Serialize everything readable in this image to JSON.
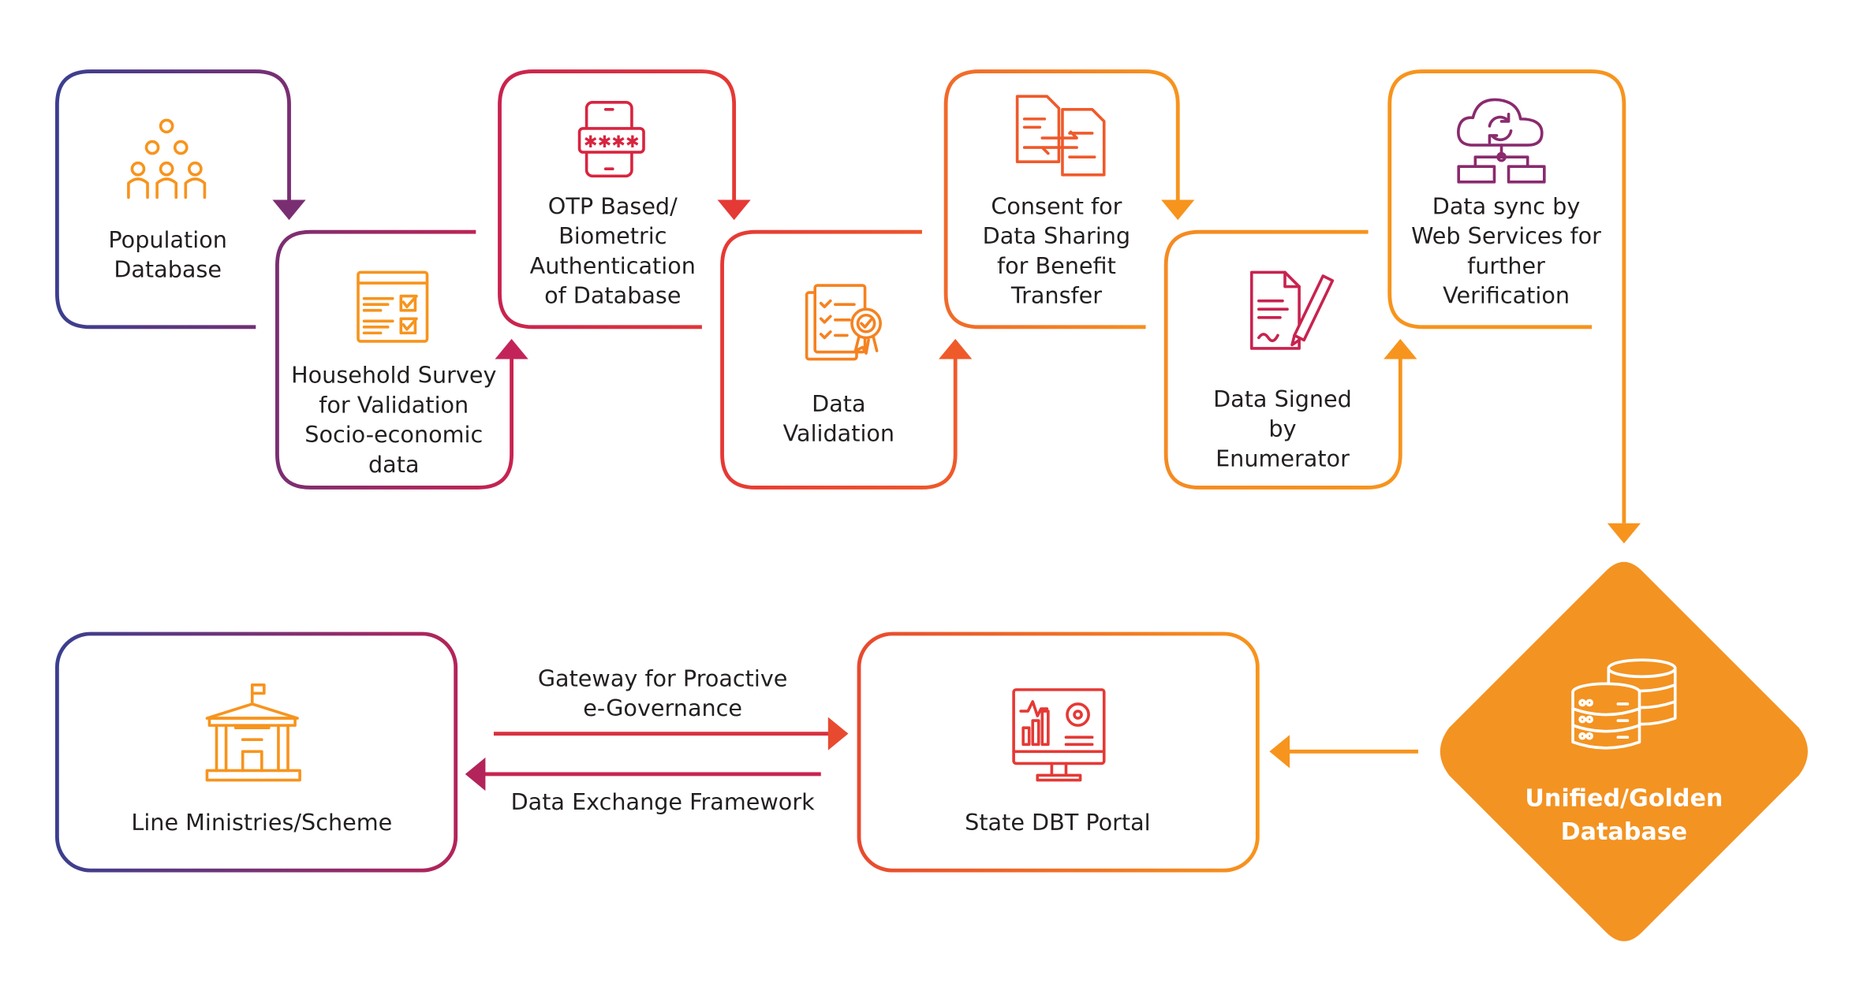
{
  "colors": {
    "blue": "#3b3f8f",
    "purple": "#7a2e72",
    "crimson": "#c8234f",
    "red": "#e53935",
    "orange_red": "#ef5a2a",
    "orange": "#f7941d",
    "text": "#231f20"
  },
  "steps": [
    {
      "icon": "people-hierarchy-icon",
      "lines": [
        "Population",
        "Database"
      ]
    },
    {
      "icon": "survey-checklist-icon",
      "lines": [
        "Household Survey",
        "for Validation",
        "Socio-economic",
        "data"
      ]
    },
    {
      "icon": "phone-otp-icon",
      "lines": [
        "OTP Based/",
        "Biometric",
        "Authentication",
        "of Database"
      ]
    },
    {
      "icon": "validated-document-icon",
      "lines": [
        "Data",
        "Validation"
      ]
    },
    {
      "icon": "document-exchange-icon",
      "lines": [
        "Consent for",
        "Data Sharing",
        "for Benefit",
        "Transfer"
      ]
    },
    {
      "icon": "signed-document-icon",
      "lines": [
        "Data Signed",
        "by",
        "Enumerator"
      ]
    },
    {
      "icon": "cloud-sync-icon",
      "lines": [
        "Data sync by",
        "Web Services for",
        "further",
        "Verification"
      ]
    }
  ],
  "golden_db": {
    "icon": "database-icon",
    "lines": [
      "Unified/Golden",
      "Database"
    ]
  },
  "state_portal": {
    "icon": "monitor-dashboard-icon",
    "label": "State DBT Portal"
  },
  "line_ministries": {
    "icon": "government-building-icon",
    "label": "Line Ministries/Scheme"
  },
  "connectors": {
    "gateway_lines": [
      "Gateway for Proactive",
      "e-Governance"
    ],
    "exchange": "Data Exchange Framework"
  }
}
